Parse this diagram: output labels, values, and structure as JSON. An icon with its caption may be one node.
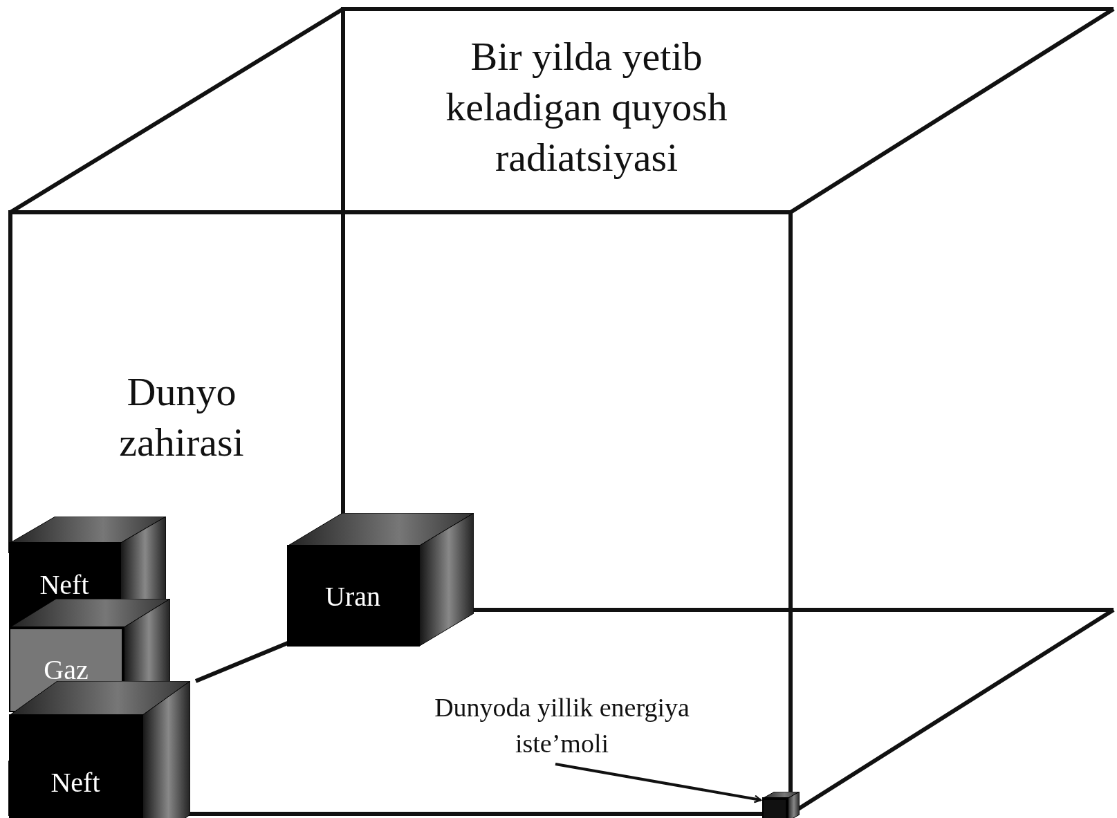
{
  "diagram": {
    "nodes": [
      {
        "text": [
          "Neft"
        ]
      },
      {
        "text": [
          "Gaz"
        ]
      },
      {
        "text": [
          "Neft"
        ]
      },
      {
        "text": [
          "Uran"
        ]
      },
      {
        "text": [
          "Dunyoda yillik energiya iste’moli"
        ]
      },
      {
        "text": [],
        "shape": "box"
      }
    ],
    "edges": [
      {
        "from": 4,
        "to": 5,
        "arrow": "to"
      }
    ],
    "labels": [
      "Bir yilda yetib keladigan quyosh radiatsiyasi",
      "Dunyo zahirasi"
    ]
  }
}
